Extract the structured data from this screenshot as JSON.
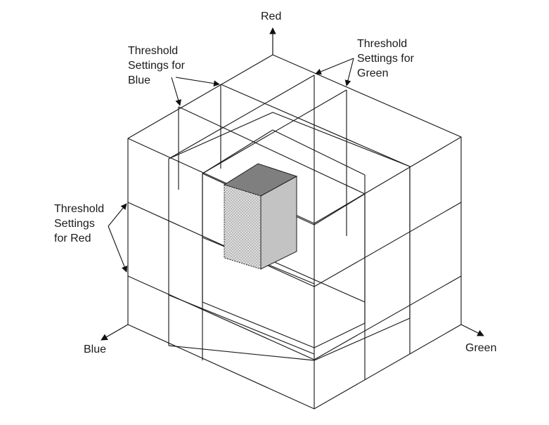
{
  "axes": {
    "red": "Red",
    "green": "Green",
    "blue": "Blue"
  },
  "annotations": {
    "blue_threshold": [
      "Threshold",
      "Settings for",
      "Blue"
    ],
    "green_threshold": [
      "Threshold",
      "Settings for",
      "Green"
    ],
    "red_threshold": [
      "Threshold",
      "Settings",
      "for Red"
    ]
  },
  "colors": {
    "line": "#1c1c1c",
    "box_top": "#7f7f7f",
    "box_front": "#d6d6d6",
    "box_side": "#b9b9b9"
  }
}
